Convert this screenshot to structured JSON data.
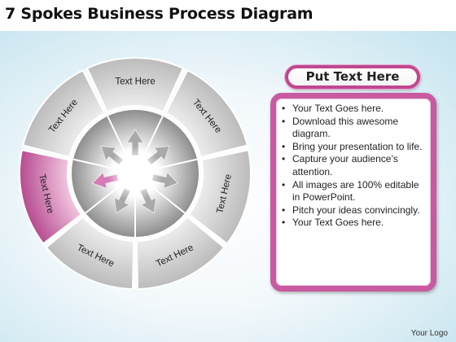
{
  "title": "7 Spokes Business Process Diagram",
  "diagram": {
    "segments": [
      {
        "label": "Text Here",
        "highlight": false
      },
      {
        "label": "Text Here",
        "highlight": false
      },
      {
        "label": "Text Here",
        "highlight": false
      },
      {
        "label": "Text Here",
        "highlight": false
      },
      {
        "label": "Text Here",
        "highlight": false
      },
      {
        "label": "Text Here",
        "highlight": true
      },
      {
        "label": "Text Here",
        "highlight": false
      }
    ],
    "colors": {
      "segment": "#c9c9c9",
      "segment_highlight": "#b84f92",
      "arrow": "#a9a9a9",
      "arrow_highlight": "#d57ab4"
    }
  },
  "panel": {
    "header": "Put Text Here",
    "bullets": [
      "Your Text Goes here.",
      "Download this awesome diagram.",
      "Bring your presentation to life.",
      "Capture your audience’s attention.",
      "All images are 100% editable in PowerPoint.",
      "Pitch your ideas convincingly.",
      "Your Text Goes here."
    ]
  },
  "footer": {
    "logo_text": "Your Logo"
  }
}
